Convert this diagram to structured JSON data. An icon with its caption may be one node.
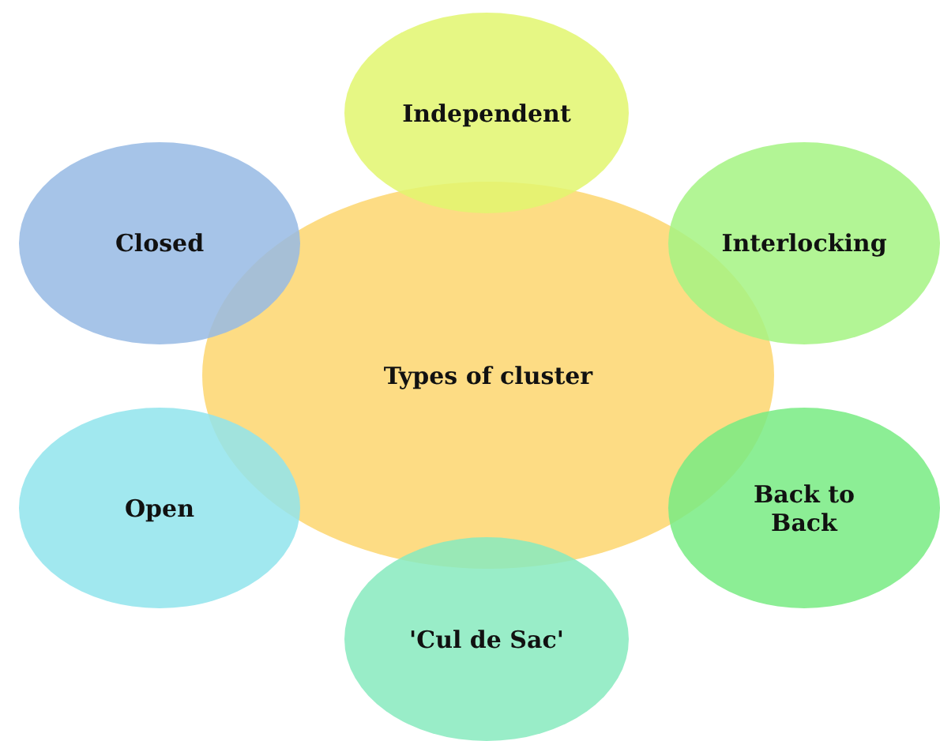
{
  "diagram": {
    "nodes": [
      {
        "text": [
          "Independent"
        ]
      },
      {
        "text": [
          "Closed"
        ]
      },
      {
        "text": [
          "Interlocking"
        ]
      },
      {
        "text": [
          "Types of cluster"
        ]
      },
      {
        "text": [
          "Open"
        ]
      },
      {
        "text": [
          "Back to Back"
        ]
      },
      {
        "text": [
          "'Cul de Sac'"
        ]
      }
    ]
  }
}
